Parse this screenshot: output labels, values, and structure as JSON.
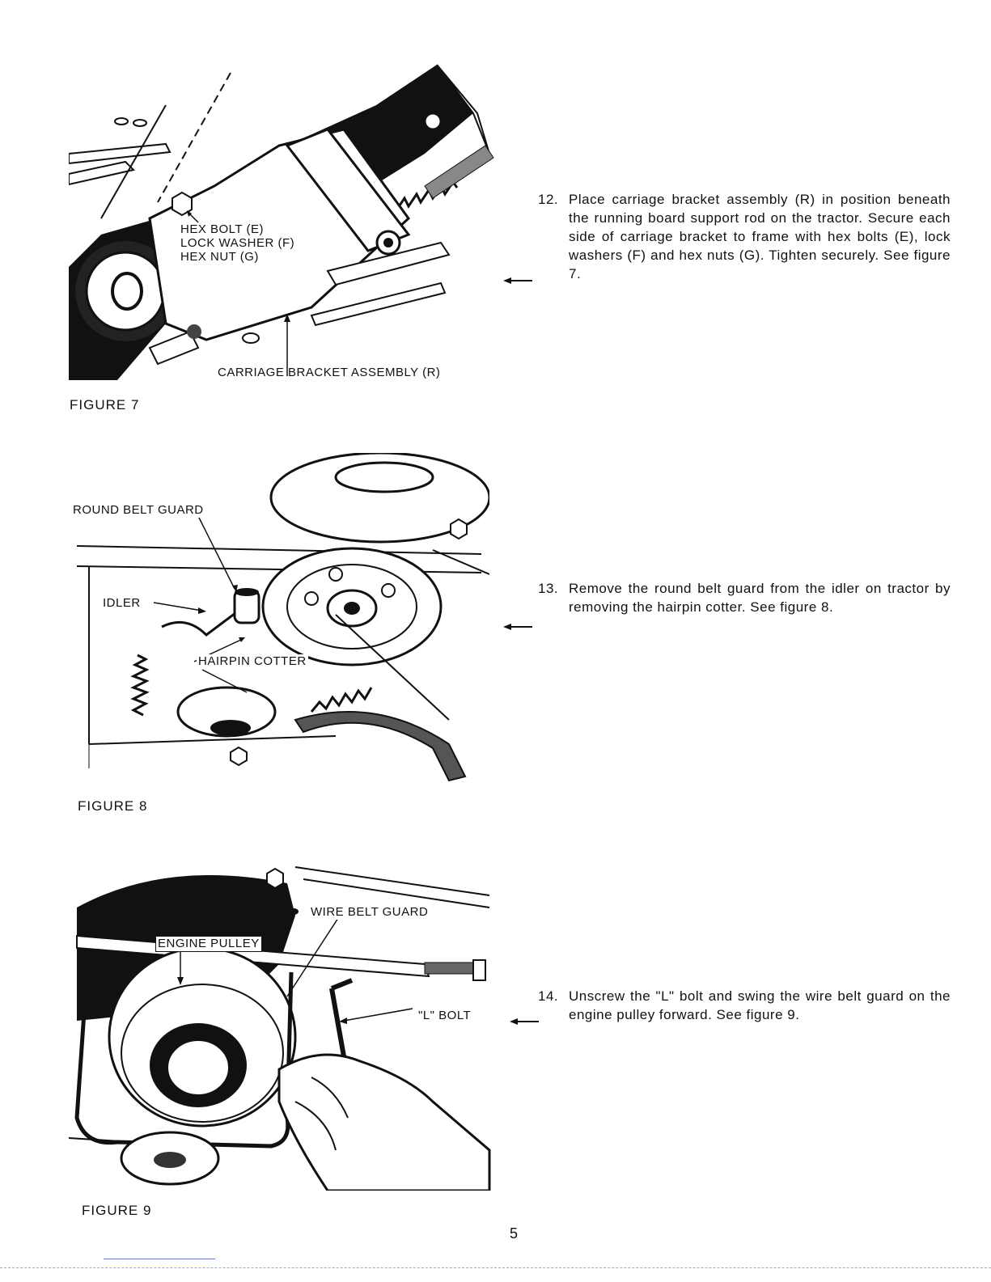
{
  "figures": {
    "fig7": {
      "caption": "FIGURE 7",
      "labels": {
        "hex_bolt": "HEX BOLT (E)",
        "lock_washer": "LOCK WASHER (F)",
        "hex_nut": "HEX NUT (G)",
        "carriage_bracket": "CARRIAGE BRACKET ASSEMBLY (R)"
      }
    },
    "fig8": {
      "caption": "FIGURE 8",
      "labels": {
        "round_belt_guard": "ROUND BELT GUARD",
        "idler": "IDLER",
        "hairpin_cotter": "HAIRPIN COTTER"
      }
    },
    "fig9": {
      "caption": "FIGURE 9",
      "labels": {
        "wire_belt_guard": "WIRE BELT GUARD",
        "engine_pulley": "ENGINE PULLEY",
        "l_bolt": "\"L\" BOLT"
      }
    }
  },
  "steps": [
    {
      "number": "12.",
      "text": "Place carriage bracket assembly (R) in position beneath the running board support rod on the tractor. Secure each side of carriage bracket to frame with hex bolts (E), lock washers (F) and hex nuts (G). Tighten securely. See figure 7."
    },
    {
      "number": "13.",
      "text": "Remove the round belt guard from the idler on tractor by removing the hairpin cotter. See figure 8."
    },
    {
      "number": "14.",
      "text": "Unscrew the \"L\" bolt and swing the wire belt guard on the engine pulley forward. See figure 9."
    }
  ],
  "page_number": "5"
}
